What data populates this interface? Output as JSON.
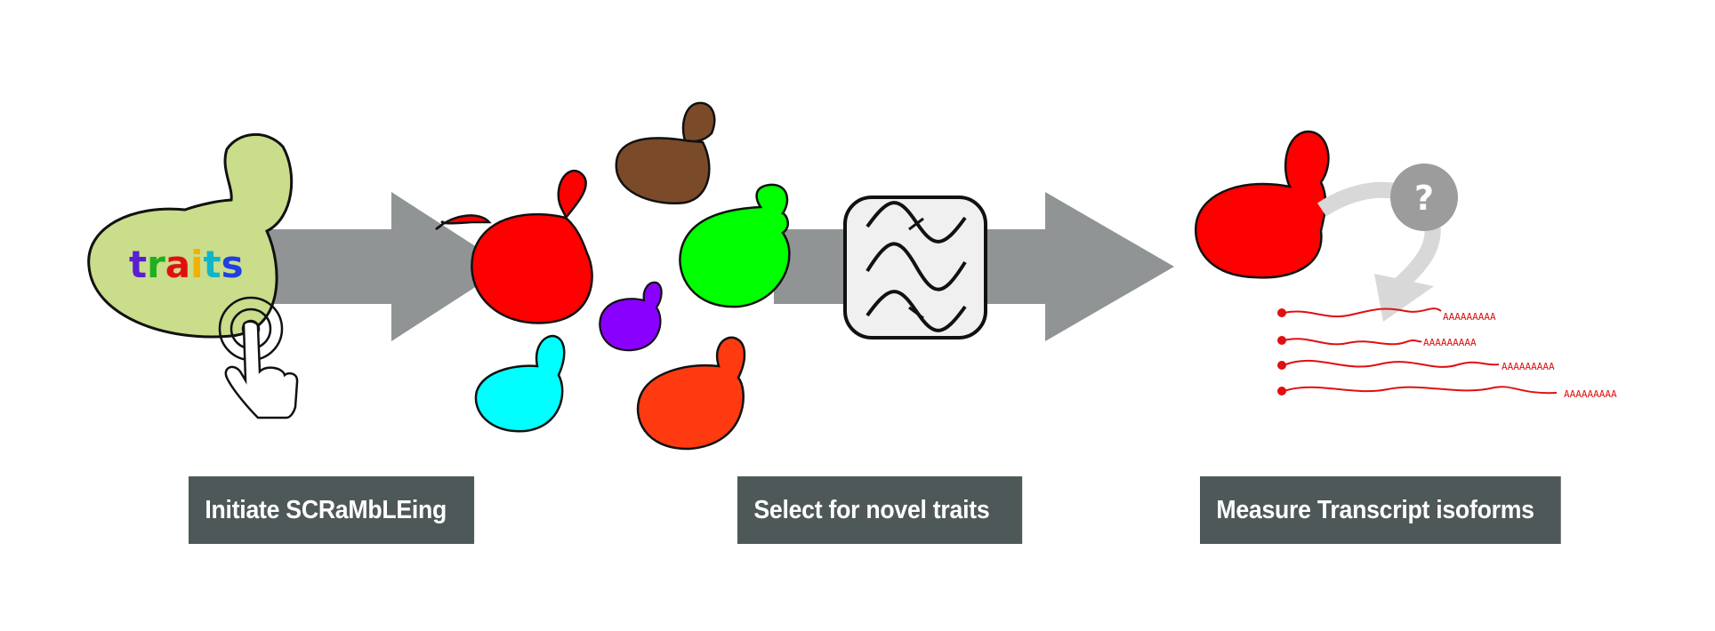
{
  "steps": [
    {
      "label": "Initiate SCRaMbLEing"
    },
    {
      "label": "Select for novel traits"
    },
    {
      "label": "Measure Transcript isoforms"
    }
  ],
  "traits_word": {
    "letters": [
      "t",
      "r",
      "a",
      "i",
      "t",
      "s"
    ],
    "colors": [
      "#5a1fd0",
      "#1fb01f",
      "#e01010",
      "#f2b100",
      "#11b5c8",
      "#1f3fe0"
    ]
  },
  "question_mark": "?",
  "polya_tail": "AAAAAAAAA",
  "colors": {
    "arrow": "#909494",
    "label_bg": "#4e5859",
    "label_text": "#ffffff",
    "parent_yeast": "#c9dd8b",
    "cell_red": "#ff0000",
    "cell_brown": "#7b4b29",
    "cell_green": "#00ff00",
    "cell_purple": "#8a00ff",
    "cell_cyan": "#00ffff",
    "cell_orange": "#ff3a10",
    "transcript": "#e01010",
    "question_circle": "#9c9c9c",
    "curved_arrow": "#d8d8d8"
  },
  "icons": [
    "tap-hand-icon",
    "filter-waves-icon",
    "question-icon"
  ]
}
